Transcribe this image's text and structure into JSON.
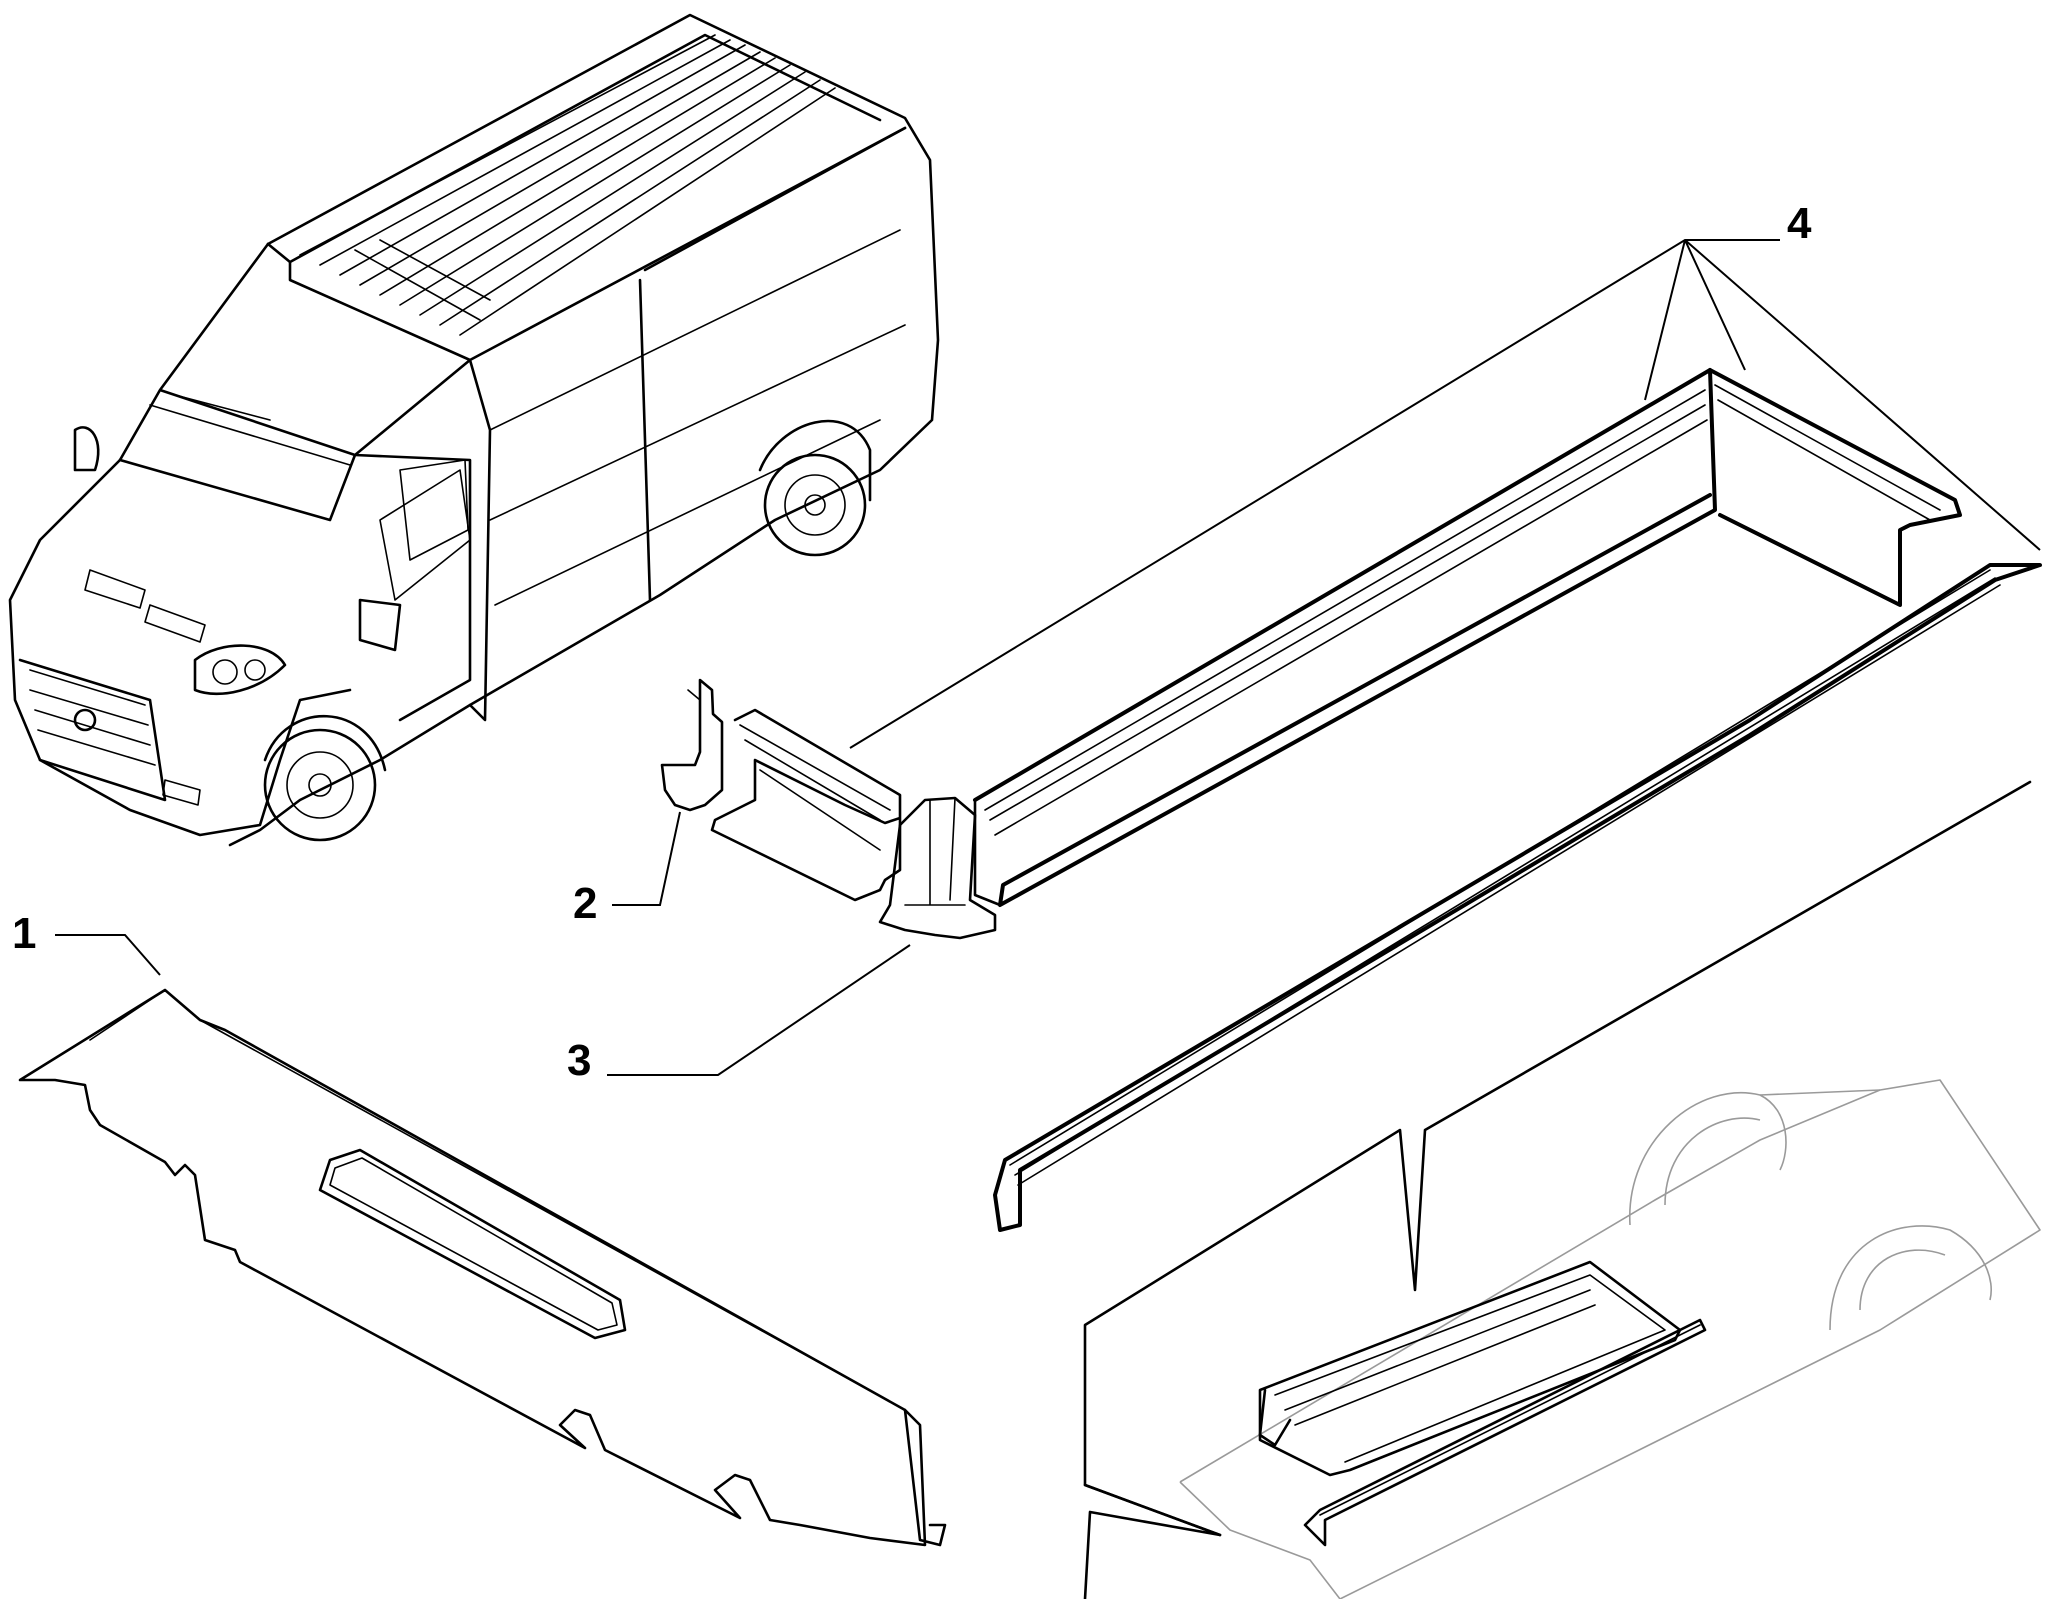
{
  "callouts": [
    {
      "id": "1",
      "label": "1"
    },
    {
      "id": "2",
      "label": "2"
    },
    {
      "id": "3",
      "label": "3"
    },
    {
      "id": "4",
      "label": "4"
    }
  ],
  "colors": {
    "ink": "#000000",
    "background": "#ffffff",
    "context_lines": "#9a9a9a"
  }
}
